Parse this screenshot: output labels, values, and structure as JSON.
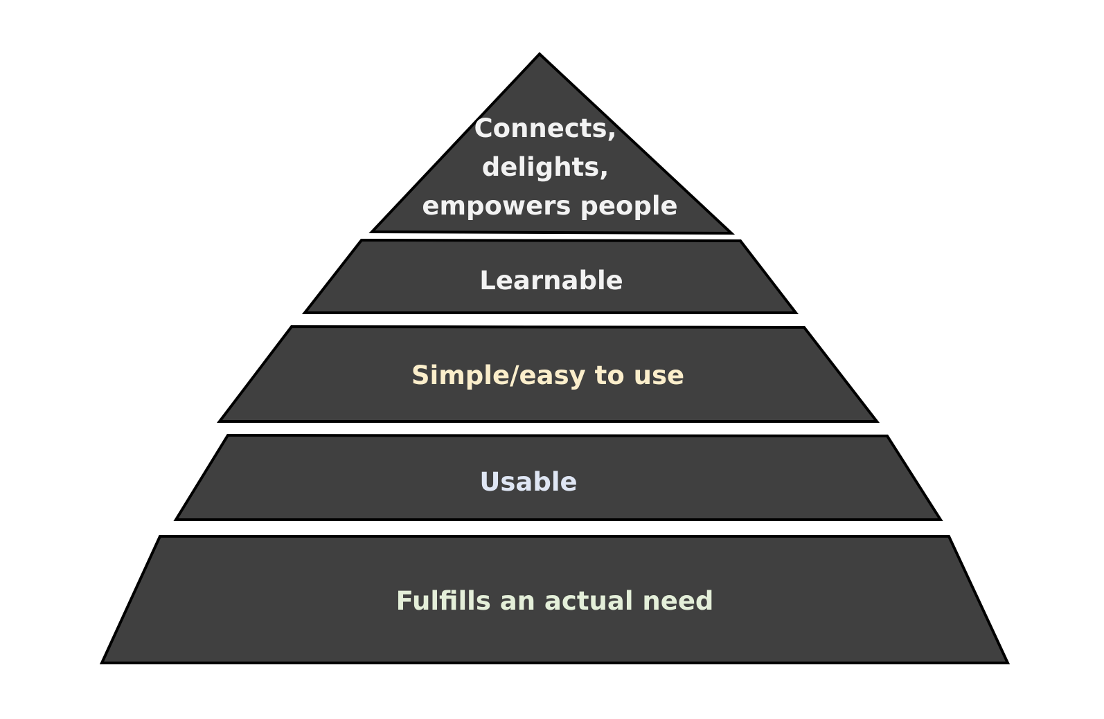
{
  "colors": {
    "background": "#ffffff",
    "tier_fill": "#404040",
    "tier_stroke": "#000000"
  },
  "pyramid": {
    "tiers": [
      {
        "id": "top",
        "lines": [
          "Connects,",
          "delights,",
          "empowers people"
        ],
        "text_color": "#f2f2f2"
      },
      {
        "id": "learnable",
        "lines": [
          "Learnable"
        ],
        "text_color": "#f2f2f2"
      },
      {
        "id": "simple",
        "lines": [
          "Simple/easy to use"
        ],
        "text_color": "#fbeecb"
      },
      {
        "id": "usable",
        "lines": [
          "Usable"
        ],
        "text_color": "#dfe6f4"
      },
      {
        "id": "need",
        "lines": [
          "Fulfills an actual need"
        ],
        "text_color": "#e4efd9"
      }
    ]
  }
}
